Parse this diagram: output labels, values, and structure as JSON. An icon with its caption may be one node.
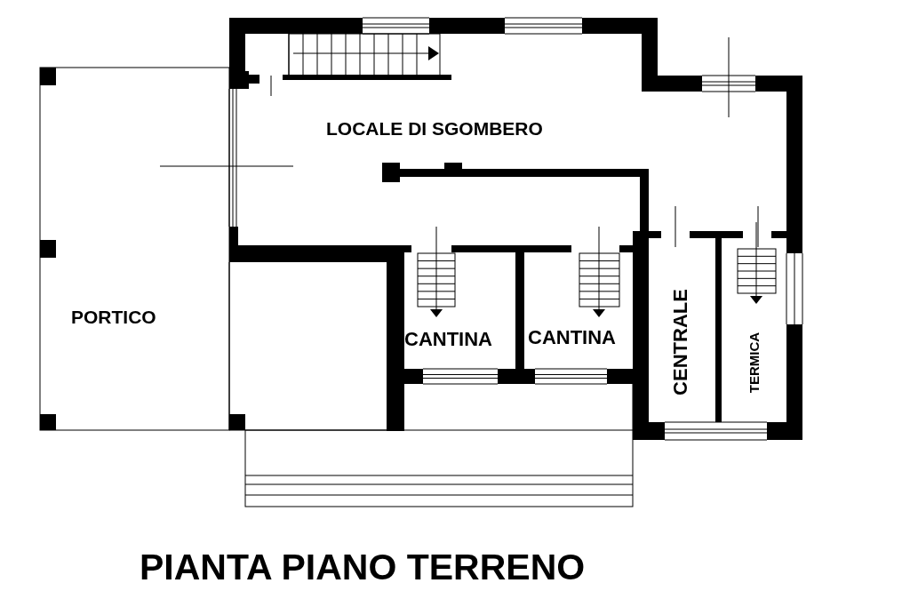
{
  "diagram": {
    "title": "PIANTA PIANO TERRENO",
    "labels": [
      "LOCALE DI SGOMBERO",
      "PORTICO",
      "CANTINA",
      "CANTINA",
      "CENTRALE",
      "TERMICA"
    ]
  }
}
